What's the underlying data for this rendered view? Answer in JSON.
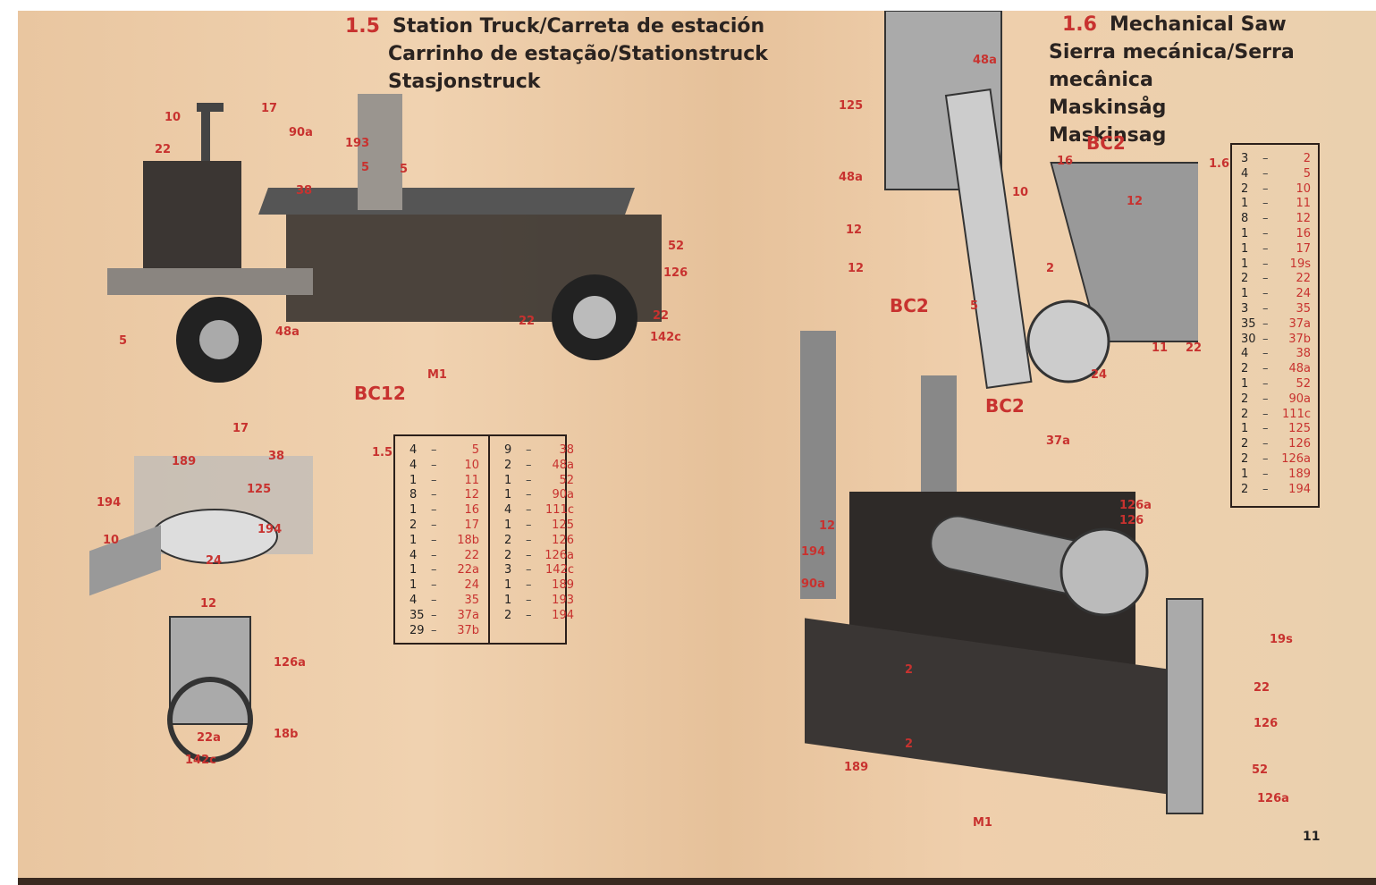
{
  "model_1_5": {
    "number": "1.5",
    "title_lines": [
      "Station Truck/Carreta de estación",
      "Carrinho de estação/Stationstruck",
      "Stasjonstruck"
    ],
    "parts_col1": [
      [
        "4",
        "5"
      ],
      [
        "4",
        "10"
      ],
      [
        "1",
        "11"
      ],
      [
        "8",
        "12"
      ],
      [
        "1",
        "16"
      ],
      [
        "2",
        "17"
      ],
      [
        "1",
        "18b"
      ],
      [
        "4",
        "22"
      ],
      [
        "1",
        "22a"
      ],
      [
        "1",
        "24"
      ],
      [
        "4",
        "35"
      ],
      [
        "35",
        "37a"
      ],
      [
        "29",
        "37b"
      ]
    ],
    "parts_col2": [
      [
        "9",
        "38"
      ],
      [
        "2",
        "48a"
      ],
      [
        "1",
        "52"
      ],
      [
        "1",
        "90a"
      ],
      [
        "4",
        "111c"
      ],
      [
        "1",
        "125"
      ],
      [
        "2",
        "126"
      ],
      [
        "2",
        "126a"
      ],
      [
        "3",
        "142c"
      ],
      [
        "1",
        "189"
      ],
      [
        "1",
        "193"
      ],
      [
        "2",
        "194"
      ]
    ],
    "truck_callouts": [
      "17",
      "10",
      "22",
      "90a",
      "193",
      "5",
      "5",
      "38",
      "52",
      "126",
      "22",
      "22",
      "142c",
      "5",
      "48a",
      "M1",
      "BC12"
    ],
    "detail_callouts": [
      "17",
      "189",
      "38",
      "125",
      "194",
      "194",
      "10",
      "24",
      "12",
      "126a",
      "18b",
      "22a",
      "142c"
    ]
  },
  "model_1_6": {
    "number": "1.6",
    "title_lines": [
      "Mechanical Saw",
      "Sierra mecánica/Serra mecânica",
      "Maskinsåg",
      "Maskinsag"
    ],
    "parts": [
      [
        "3",
        "2"
      ],
      [
        "4",
        "5"
      ],
      [
        "2",
        "10"
      ],
      [
        "1",
        "11"
      ],
      [
        "8",
        "12"
      ],
      [
        "1",
        "16"
      ],
      [
        "1",
        "17"
      ],
      [
        "1",
        "19s"
      ],
      [
        "2",
        "22"
      ],
      [
        "1",
        "24"
      ],
      [
        "3",
        "35"
      ],
      [
        "35",
        "37a"
      ],
      [
        "30",
        "37b"
      ],
      [
        "4",
        "38"
      ],
      [
        "2",
        "48a"
      ],
      [
        "1",
        "52"
      ],
      [
        "2",
        "90a"
      ],
      [
        "2",
        "111c"
      ],
      [
        "1",
        "125"
      ],
      [
        "2",
        "126"
      ],
      [
        "2",
        "126a"
      ],
      [
        "1",
        "189"
      ],
      [
        "2",
        "194"
      ]
    ],
    "top_callouts": [
      "48a",
      "125",
      "48a",
      "16",
      "BC2",
      "12",
      "12",
      "12",
      "BC2",
      "5",
      "10",
      "2",
      "11",
      "22",
      "24",
      "BC2"
    ],
    "saw_callouts": [
      "37a",
      "126a",
      "126",
      "12",
      "194",
      "90a",
      "19s",
      "22",
      "126",
      "52",
      "126a",
      "189",
      "M1",
      "2",
      "2"
    ]
  },
  "page_number": "11",
  "colors": {
    "paper": "#ecc9a4",
    "accent_red": "#c8322f",
    "ink": "#2a2320"
  }
}
